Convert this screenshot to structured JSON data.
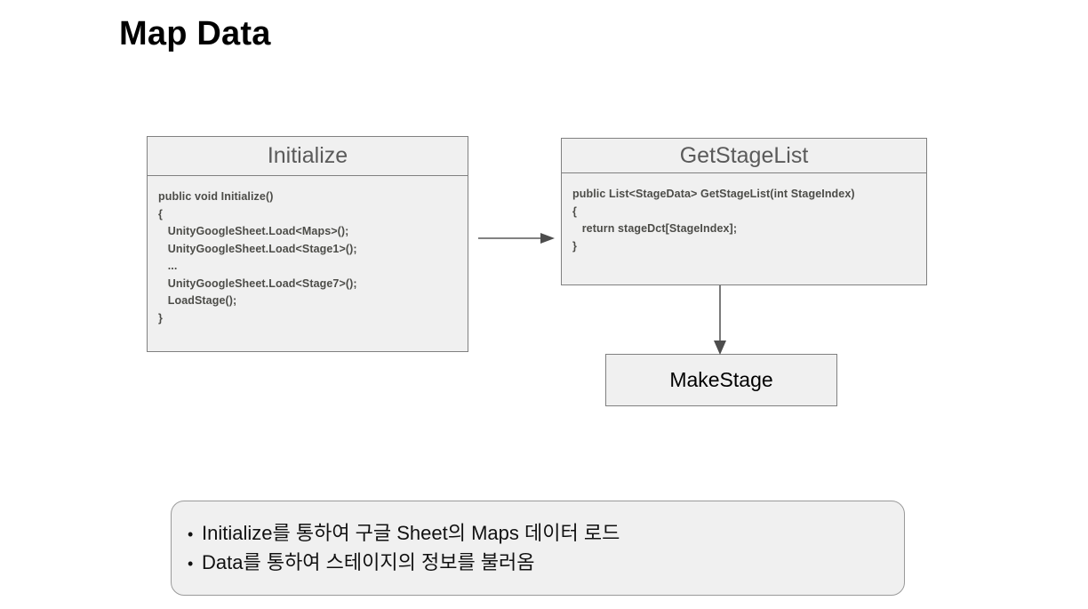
{
  "slide": {
    "title": "Map Data",
    "background_color": "#ffffff"
  },
  "diagram": {
    "box_fill_color": "#f0f0f0",
    "box_border_color": "#808080",
    "header_text_color": "#5a5a5a",
    "code_text_color": "#4c4c48",
    "arrow_color": "#595959",
    "boxes": [
      {
        "id": "initialize",
        "header": "Initialize",
        "code": [
          "public void Initialize()",
          "{",
          "   UnityGoogleSheet.Load<Maps>();",
          "   UnityGoogleSheet.Load<Stage1>();",
          "   ...",
          "   UnityGoogleSheet.Load<Stage7>();",
          "   LoadStage();",
          "}"
        ]
      },
      {
        "id": "getstagelist",
        "header": "GetStageList",
        "code": [
          "public List<StageData> GetStageList(int StageIndex)",
          "{",
          "   return stageDct[StageIndex];",
          "}"
        ]
      }
    ],
    "plain_boxes": [
      {
        "id": "makestage",
        "label": "MakeStage"
      }
    ],
    "arrows": [
      {
        "id": "initialize-to-getstagelist",
        "direction": "right",
        "from": "Initialize",
        "to": "GetStageList"
      },
      {
        "id": "getstagelist-to-makestage",
        "direction": "down",
        "from": "GetStageList",
        "to": "MakeStage"
      }
    ]
  },
  "notes": {
    "bullet_glyph": "•",
    "items": [
      "Initialize를 통하여 구글 Sheet의 Maps 데이터 로드",
      "Data를 통하여 스테이지의 정보를 불러옴"
    ]
  }
}
